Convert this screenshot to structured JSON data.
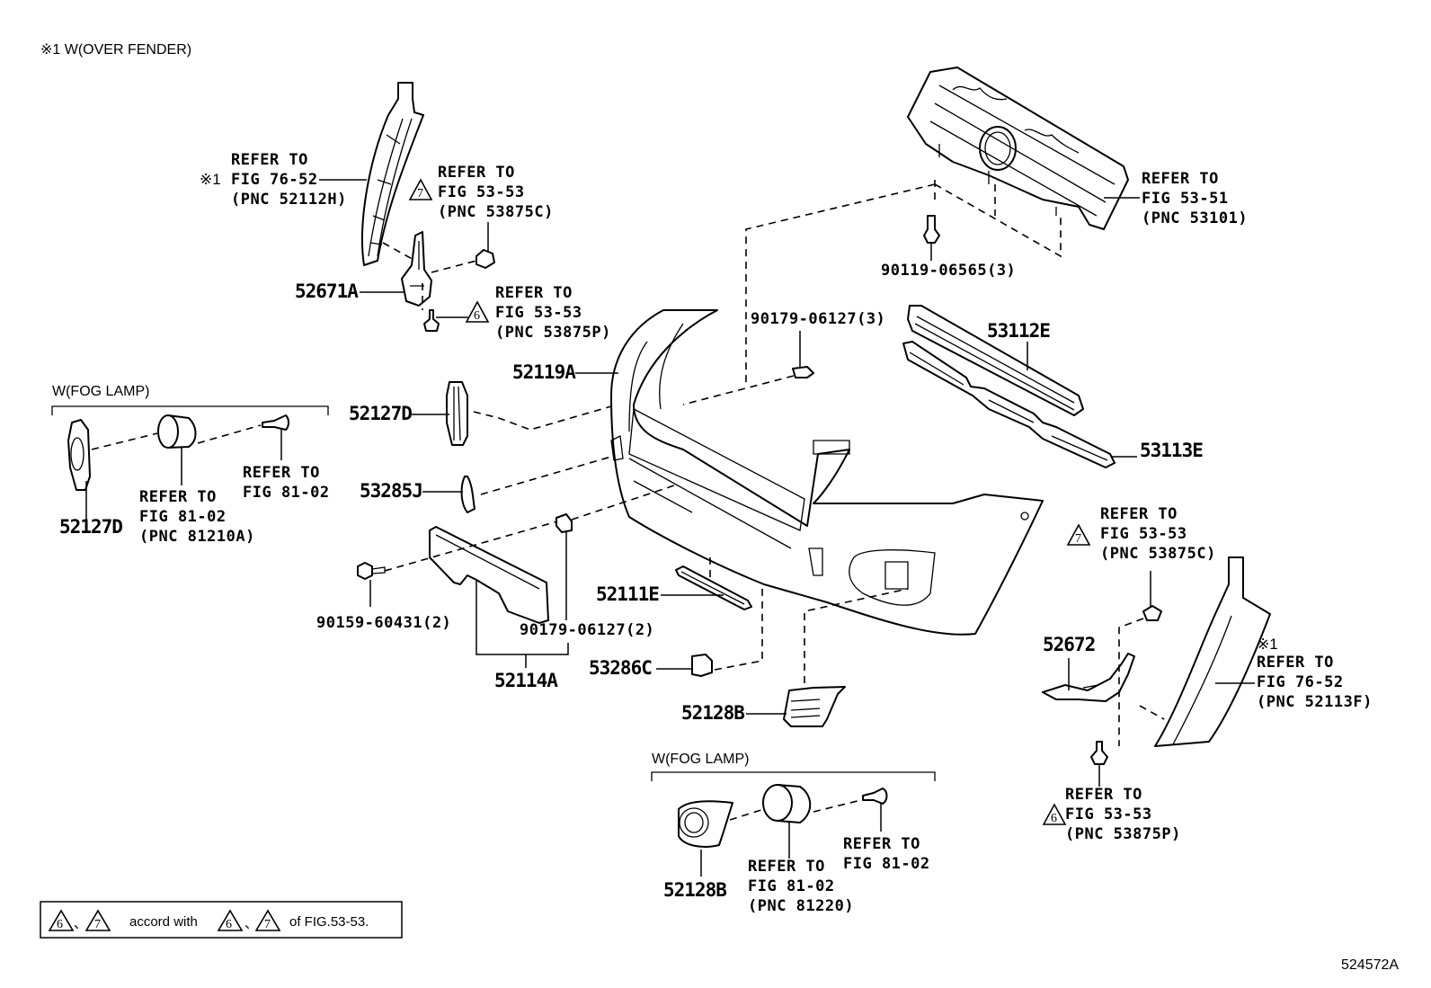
{
  "header": {
    "note": "※1 W(OVER FENDER)"
  },
  "figure_ref": "524572A",
  "legend": {
    "tri6": "6",
    "tri7": "7",
    "sep": "、",
    "text_mid": "accord with",
    "text_end": "of FIG.53-53."
  },
  "groups": {
    "fog_lamp_left": "W(FOG LAMP)",
    "fog_lamp_bottom": "W(FOG LAMP)"
  },
  "parts": [
    {
      "id": "52671A",
      "label": "52671A"
    },
    {
      "id": "52119A",
      "label": "52119A"
    },
    {
      "id": "52127D_main",
      "label": "52127D"
    },
    {
      "id": "53285J",
      "label": "53285J"
    },
    {
      "id": "52127D_fog",
      "label": "52127D"
    },
    {
      "id": "90159-60431",
      "label": "90159-60431(2)"
    },
    {
      "id": "90179-06127-2",
      "label": "90179-06127(2)"
    },
    {
      "id": "52114A",
      "label": "52114A"
    },
    {
      "id": "52111E",
      "label": "52111E"
    },
    {
      "id": "53286C",
      "label": "53286C"
    },
    {
      "id": "52128B_main",
      "label": "52128B"
    },
    {
      "id": "52128B_fog",
      "label": "52128B"
    },
    {
      "id": "90179-06127-3",
      "label": "90179-06127(3)"
    },
    {
      "id": "53112E",
      "label": "53112E"
    },
    {
      "id": "53113E",
      "label": "53113E"
    },
    {
      "id": "90119-06565",
      "label": "90119-06565(3)"
    },
    {
      "id": "52672",
      "label": "52672"
    }
  ],
  "references": {
    "fender_left": {
      "mark": "※1",
      "lines": [
        "REFER TO",
        "FIG 76-52",
        "(PNC 52112H)"
      ]
    },
    "clip_left_7": {
      "tri": "7",
      "lines": [
        "REFER TO",
        "FIG 53-53",
        "(PNC 53875C)"
      ]
    },
    "screw_left_6": {
      "tri": "6",
      "lines": [
        "REFER TO",
        "FIG 53-53",
        "(PNC 53875P)"
      ]
    },
    "grille": {
      "lines": [
        "REFER TO",
        "FIG 53-51",
        "(PNC 53101)"
      ]
    },
    "foglamp_left_unit": {
      "lines": [
        "REFER TO",
        "FIG 81-02",
        "(PNC 81210A)"
      ]
    },
    "foglamp_left_screw": {
      "lines": [
        "REFER TO",
        "FIG 81-02"
      ]
    },
    "clip_right_7": {
      "tri": "7",
      "lines": [
        "REFER TO",
        "FIG 53-53",
        "(PNC 53875C)"
      ]
    },
    "fender_right": {
      "mark": "※1",
      "lines": [
        "REFER TO",
        "FIG 76-52",
        "(PNC 52113F)"
      ]
    },
    "screw_right_6": {
      "tri": "6",
      "lines": [
        "REFER TO",
        "FIG 53-53",
        "(PNC 53875P)"
      ]
    },
    "foglamp_bottom_unit": {
      "lines": [
        "REFER TO",
        "FIG 81-02",
        "(PNC 81220)"
      ]
    },
    "foglamp_bottom_screw": {
      "lines": [
        "REFER TO",
        "FIG 81-02"
      ]
    }
  }
}
